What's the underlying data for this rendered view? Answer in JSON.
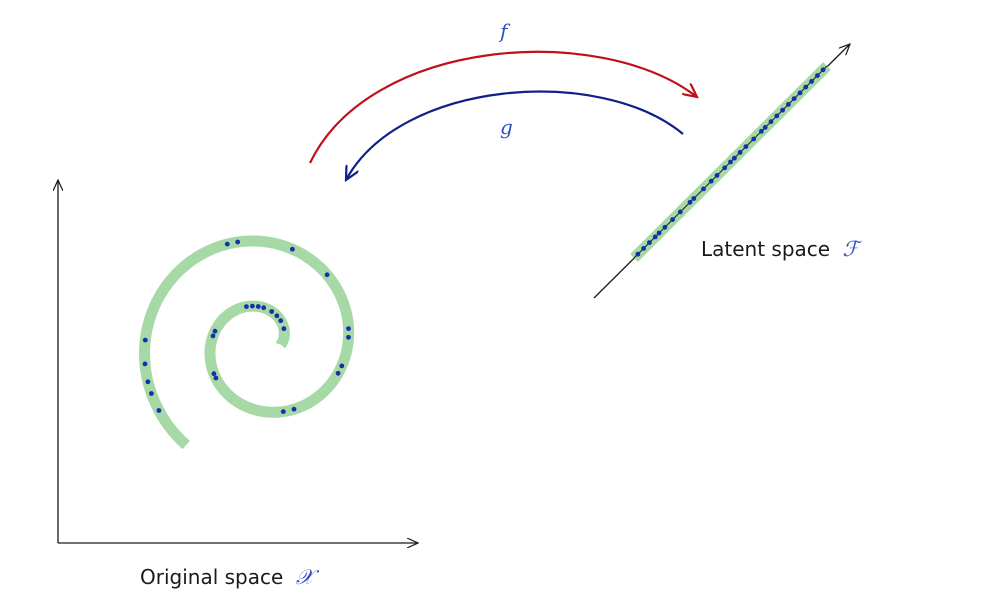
{
  "original_space": {
    "label": "Original space",
    "symbol": "𝒳"
  },
  "latent_space": {
    "label": "Latent space",
    "symbol": "ℱ"
  },
  "mapping_f": {
    "label": "f",
    "color": "#c0101a"
  },
  "mapping_g": {
    "label": "g",
    "color": "#10208a"
  },
  "colors": {
    "manifold": "#a6d9a6",
    "points": "#1530a8",
    "axes": "#1a1a1a",
    "label_symbol": "#3050c0"
  }
}
